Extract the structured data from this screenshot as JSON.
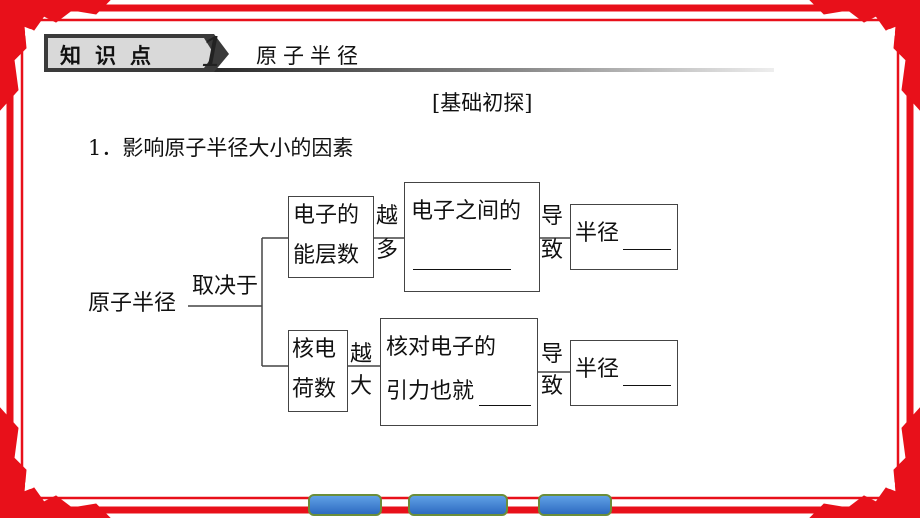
{
  "header": {
    "section_label": "知识点",
    "section_number": "1",
    "topic": "原子半径",
    "tag": "[基础初探]"
  },
  "question": {
    "title": "1．影响原子半径大小的因素"
  },
  "diagram": {
    "root": "原子半径",
    "root_relation": "取决于",
    "upper": {
      "factor": [
        "电子的",
        "能层数"
      ],
      "change": [
        "越",
        "多"
      ],
      "effect": "电子之间的",
      "leads": [
        "导",
        "致"
      ],
      "result": "半径"
    },
    "lower": {
      "factor": [
        "核电",
        "荷数"
      ],
      "change": [
        "越",
        "大"
      ],
      "effect": [
        "核对电子的",
        "引力也就"
      ],
      "leads": [
        "导",
        "致"
      ],
      "result": "半径"
    }
  },
  "colors": {
    "border": "#e8101a",
    "header_dark": "#333333",
    "nav": "#3c7fd6"
  },
  "icons": [
    "flower-corner-icon"
  ]
}
